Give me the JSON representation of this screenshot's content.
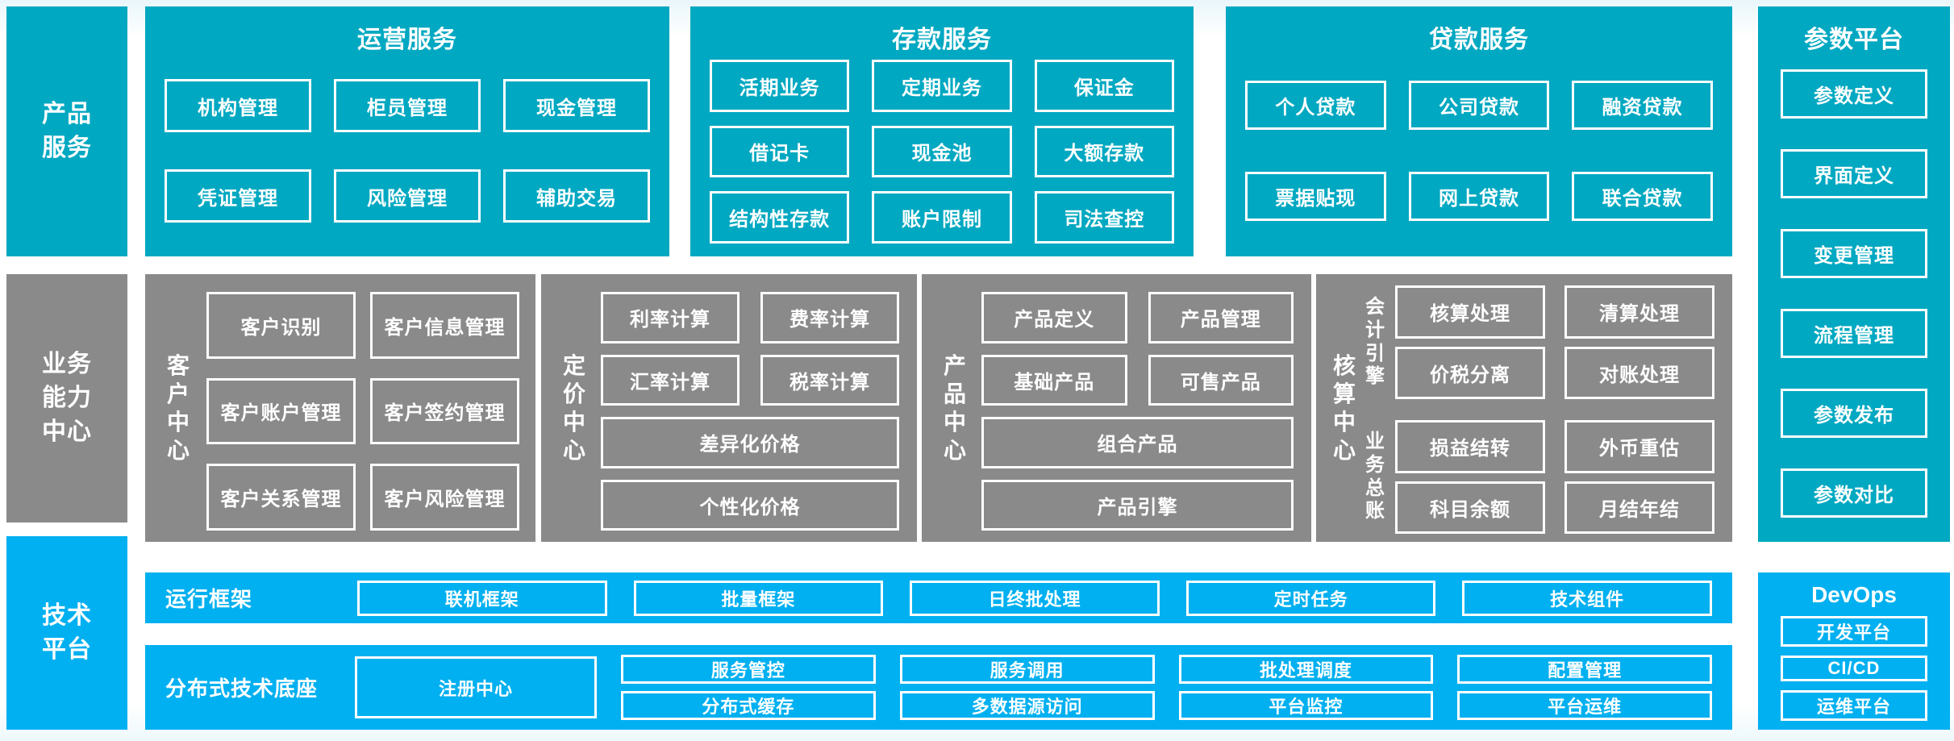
{
  "palette": {
    "teal": "#00A8C1",
    "blue": "#00B0F0",
    "gray": "#8A8A8A",
    "boxborder": "#FFFFFF",
    "text": "#FFFFFF"
  },
  "sidebars": {
    "product": "产品服务",
    "business": "业务能力中心",
    "tech": "技术平台"
  },
  "top": {
    "operations": {
      "title": "运营服务",
      "boxes": [
        "机构管理",
        "柜员管理",
        "现金管理",
        "凭证管理",
        "风险管理",
        "辅助交易"
      ]
    },
    "deposit": {
      "title": "存款服务",
      "boxes": [
        "活期业务",
        "定期业务",
        "保证金",
        "借记卡",
        "现金池",
        "大额存款",
        "结构性存款",
        "账户限制",
        "司法查控"
      ]
    },
    "loan": {
      "title": "贷款服务",
      "boxes": [
        "个人贷款",
        "公司贷款",
        "融资贷款",
        "票据贴现",
        "网上贷款",
        "联合贷款"
      ]
    }
  },
  "parameter": {
    "title": "参数平台",
    "boxes": [
      "参数定义",
      "界面定义",
      "变更管理",
      "流程管理",
      "参数发布",
      "参数对比"
    ]
  },
  "middle": {
    "customer": {
      "label": "客户中心",
      "boxes": [
        "客户识别",
        "客户信息管理",
        "客户账户管理",
        "客户签约管理",
        "客户关系管理",
        "客户风险管理"
      ]
    },
    "pricing": {
      "label": "定价中心",
      "grid": [
        "利率计算",
        "费率计算",
        "汇率计算",
        "税率计算"
      ],
      "full": [
        "差异化价格",
        "个性化价格"
      ]
    },
    "product": {
      "label": "产品中心",
      "grid": [
        "产品定义",
        "产品管理",
        "基础产品",
        "可售产品"
      ],
      "full": [
        "组合产品",
        "产品引擎"
      ]
    },
    "accounting": {
      "label": "核算中心",
      "groups": [
        {
          "label": "会计引擎",
          "boxes": [
            "核算处理",
            "清算处理",
            "价税分离",
            "对账处理"
          ]
        },
        {
          "label": "业务总账",
          "boxes": [
            "损益结转",
            "外币重估",
            "科目余额",
            "月结年结"
          ]
        }
      ]
    }
  },
  "bottom": {
    "run_framework": {
      "label": "运行框架",
      "boxes": [
        "联机框架",
        "批量框架",
        "日终批处理",
        "定时任务",
        "技术组件"
      ]
    },
    "distributed_base": {
      "label": "分布式技术底座",
      "registry": "注册中心",
      "columns": [
        [
          "服务管控",
          "分布式缓存"
        ],
        [
          "服务调用",
          "多数据源访问"
        ],
        [
          "批处理调度",
          "平台监控"
        ],
        [
          "配置管理",
          "平台运维"
        ]
      ]
    },
    "devops": {
      "title": "DevOps",
      "boxes": [
        "开发平台",
        "CI/CD",
        "运维平台"
      ]
    }
  }
}
